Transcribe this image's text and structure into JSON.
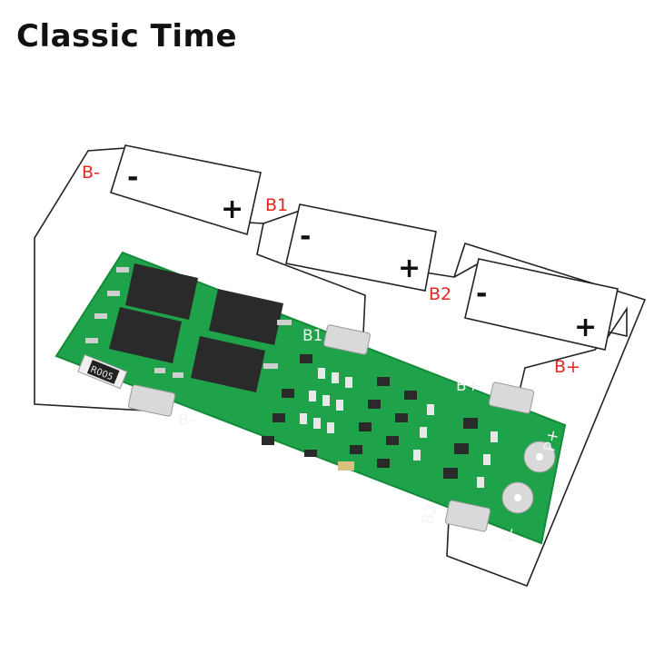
{
  "title": "Classic Time",
  "wire_labels": {
    "b_minus": "B-",
    "b1": "B1",
    "b2": "B2",
    "b_plus": "B+"
  },
  "batteries": [
    {
      "negative": "-",
      "positive": "+"
    },
    {
      "negative": "-",
      "positive": "+"
    },
    {
      "negative": "-",
      "positive": "+"
    }
  ],
  "board": {
    "pads": {
      "b1": "B1",
      "b_plus": "B+",
      "b_minus": "B-",
      "b2": "B2",
      "p_plus": "P+",
      "p_minus": "P-"
    },
    "resistor": "R005"
  },
  "colors": {
    "label": "#e3261e",
    "board": "#1fa34a",
    "wire": "#222222"
  }
}
